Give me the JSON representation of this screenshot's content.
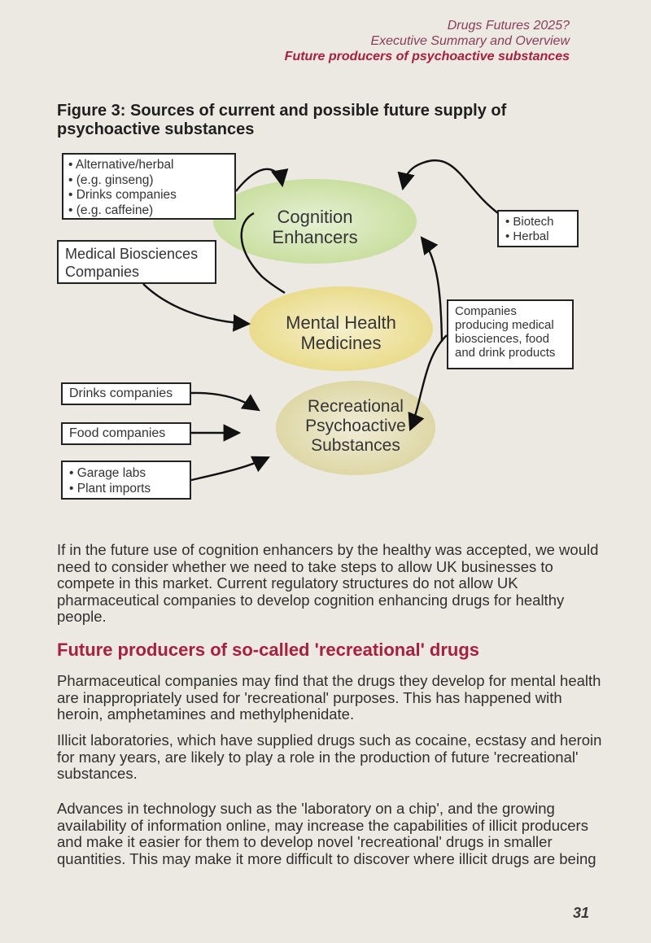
{
  "header": {
    "line1": "Drugs Futures 2025?",
    "line2": "Executive Summary and Overview",
    "line3": "Future producers of psychoactive substances"
  },
  "figure": {
    "title": "Figure 3: Sources of current and possible future supply of psychoactive substances",
    "boxes": {
      "herbal": [
        "• Alternative/herbal",
        "• (e.g. ginseng)",
        "• Drinks companies",
        "• (e.g. caffeine)"
      ],
      "medical_biosciences": [
        "Medical Biosciences",
        "Companies"
      ],
      "biotech": [
        "• Biotech",
        "• Herbal"
      ],
      "companies_producing": [
        "Companies",
        "producing medical",
        "biosciences, food",
        "and drink products"
      ],
      "drinks_companies": "Drinks companies",
      "food_companies": "Food companies",
      "garage": [
        "• Garage labs",
        "• Plant imports"
      ]
    },
    "ellipses": {
      "cognition": [
        "Cognition",
        "Enhancers"
      ],
      "mental_health": [
        "Mental Health",
        "Medicines"
      ],
      "recreational": [
        "Recreational",
        "Psychoactive",
        "Substances"
      ]
    },
    "colors": {
      "cognition": "#c9dfa0",
      "mental_health": "#eadc8c",
      "recreational": "#ded7a6"
    }
  },
  "body": {
    "para1": "If in the future use of cognition enhancers by the healthy was accepted, we would need to consider whether we need to take steps to allow UK businesses to compete in this market. Current regulatory structures do not allow UK pharmaceutical companies to develop cognition enhancing drugs for healthy people.",
    "heading": "Future producers of so-called 'recreational' drugs",
    "para2": "Pharmaceutical companies may find that the drugs they develop for mental health are inappropriately used for 'recreational' purposes. This has happened with heroin, amphetamines and methylphenidate.",
    "para3": "Illicit laboratories, which have supplied drugs such as cocaine, ecstasy and heroin for many years, are likely to play a role in the production of future 'recreational' substances.",
    "para4": "Advances in technology such as the 'laboratory on a chip', and the growing availability of information online, may increase the capabilities of illicit producers and make it easier for them to develop novel 'recreational' drugs in smaller quantities. This may make it more difficult to discover where illicit drugs are being"
  },
  "page_number": "31"
}
